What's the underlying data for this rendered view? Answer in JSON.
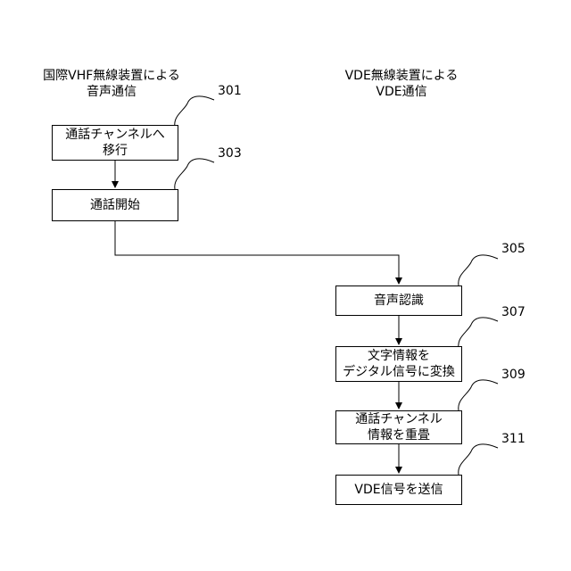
{
  "headings": {
    "left": "国際VHF無線装置による\n音声通信",
    "right": "VDE無線装置による\nVDE通信"
  },
  "steps": [
    {
      "ref": "301",
      "label": "通話チャンネルへ\n移行"
    },
    {
      "ref": "303",
      "label": "通話開始"
    },
    {
      "ref": "305",
      "label": "音声認識"
    },
    {
      "ref": "307",
      "label": "文字情報を\nデジタル信号に変換"
    },
    {
      "ref": "309",
      "label": "通話チャンネル\n情報を重畳"
    },
    {
      "ref": "311",
      "label": "VDE信号を送信"
    }
  ]
}
